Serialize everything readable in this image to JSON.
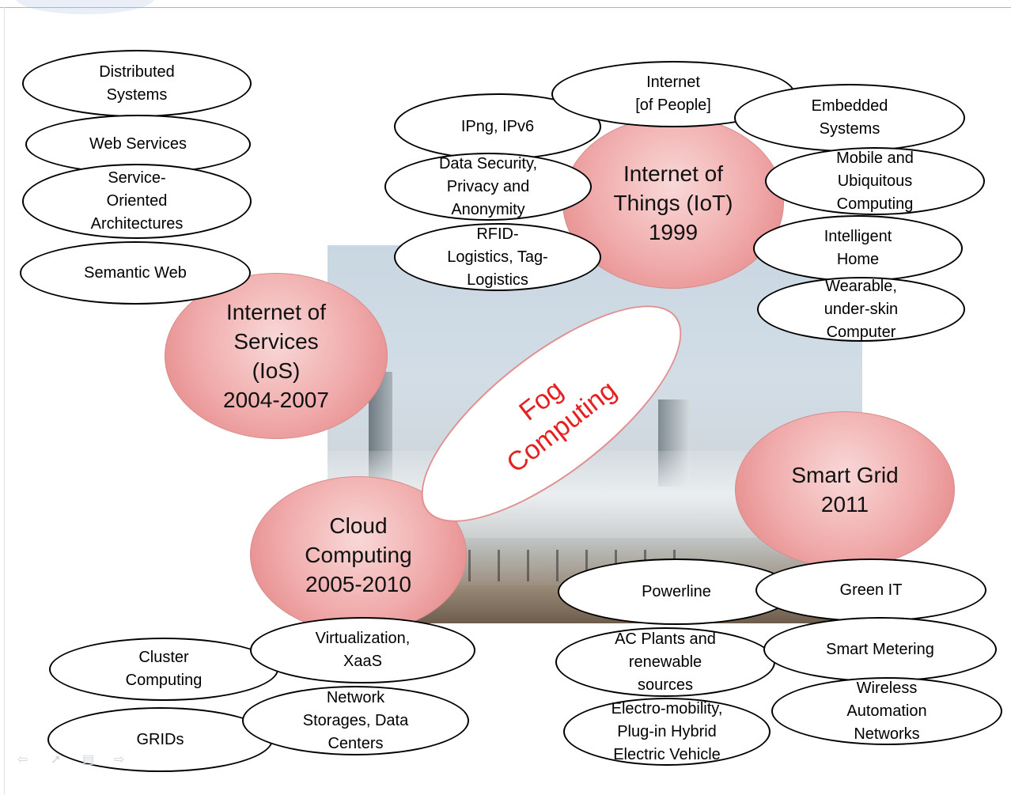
{
  "center": {
    "label": "Fog\nComputing"
  },
  "hubs": {
    "ios": "Internet of\nServices\n(IoS)\n2004-2007",
    "iot": "Internet of\nThings (IoT)\n1999",
    "cloud": "Cloud\nComputing\n2005-2010",
    "grid": "Smart Grid\n2011"
  },
  "ios_items": [
    "Distributed\nSystems",
    "Web Services",
    "Service-\nOriented\nArchitectures",
    "Semantic Web"
  ],
  "iot_items": [
    "Internet\n[of People]",
    "IPng, IPv6",
    "Embedded\nSystems",
    "Data Security,\nPrivacy and\nAnonymity",
    "Mobile and\nUbiquitous\nComputing",
    "RFID-\nLogistics, Tag-\nLogistics",
    "Intelligent\nHome",
    "Wearable,\nunder-skin\nComputer"
  ],
  "cloud_items": [
    "Cluster\nComputing",
    "Virtualization,\nXaaS",
    "GRIDs",
    "Network\nStorages, Data\nCenters"
  ],
  "grid_items": [
    "Powerline",
    "Green IT",
    "AC Plants and\nrenewable\nsources",
    "Smart Metering",
    "Electro-mobility,\nPlug-in Hybrid\nElectric Vehicle",
    "Wireless\nAutomation\nNetworks"
  ],
  "photo": {
    "description_icon": "foggy-city-beach-image"
  },
  "nav_icons": [
    "arrow-left-icon",
    "arrow-right-icon",
    "menu-icon",
    "forward-icon"
  ],
  "colors": {
    "hub_fill": "#f0a9a9",
    "fog_text": "#e62020",
    "fog_border": "#e18f8f"
  }
}
